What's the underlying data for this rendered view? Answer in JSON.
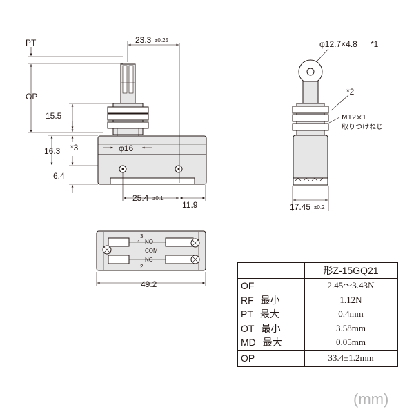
{
  "front_view": {
    "labels": {
      "pt": "PT",
      "op": "OP",
      "dim_15_5": "15.5",
      "dim_16_3": "16.3",
      "dim_6_4": "6.4",
      "note_3": "*3",
      "dim_23_3": "23.3",
      "tol_23_3": "±0.25",
      "dim_phi16": "φ16",
      "dim_25_4": "25.4",
      "tol_25_4": "±0.1",
      "dim_11_9": "11.9"
    }
  },
  "side_view": {
    "labels": {
      "roller": "φ12.7×4.8",
      "note_1": "*1",
      "note_2": "*2",
      "thread": "M12×1",
      "thread_note": "取りつけねじ",
      "dim_17_45": "17.45",
      "tol_17_45": "±0.2"
    }
  },
  "bottom_view": {
    "labels": {
      "t3": "3",
      "t1": "1",
      "t2": "2",
      "no": "NO",
      "com": "COM",
      "nc": "NC",
      "dim_49_2": "49.2"
    }
  },
  "spec_table": {
    "header": "形Z-15GQ21",
    "rows": [
      {
        "label": "OF",
        "qualifier": "",
        "value": "2.45～3.43N"
      },
      {
        "label": "RF",
        "qualifier": "最小",
        "value": "1.12N"
      },
      {
        "label": "PT",
        "qualifier": "最大",
        "value": "0.4mm"
      },
      {
        "label": "OT",
        "qualifier": "最小",
        "value": "3.58mm"
      },
      {
        "label": "MD",
        "qualifier": "最大",
        "value": "0.05mm"
      }
    ],
    "op_row": {
      "label": "OP",
      "value": "33.4±1.2mm"
    }
  },
  "unit_label": "(mm)"
}
